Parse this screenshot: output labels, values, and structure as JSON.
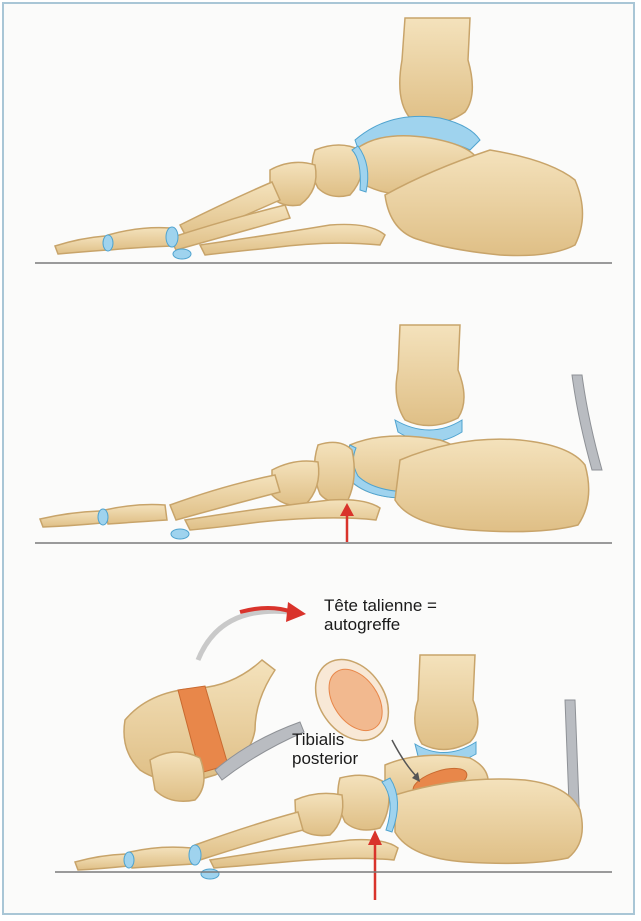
{
  "figure": {
    "annotations": {
      "talar_head": [
        "Tête talienne =",
        "autogreffe"
      ],
      "tendon": [
        "Tibialis",
        "posterior"
      ]
    },
    "colors": {
      "bone": "#ecd3a2",
      "bone_stroke": "#c8a46a",
      "cartilage": "#9fd3ee",
      "cartilage_stroke": "#4fa3cf",
      "graft": "#e8874a",
      "graft_core": "#f6d2b8",
      "arrow_red": "#d9332b",
      "ground_line": "#7a7a7a",
      "tendon": "#b9bcc1",
      "panel_border": "#a9c6d6"
    }
  }
}
